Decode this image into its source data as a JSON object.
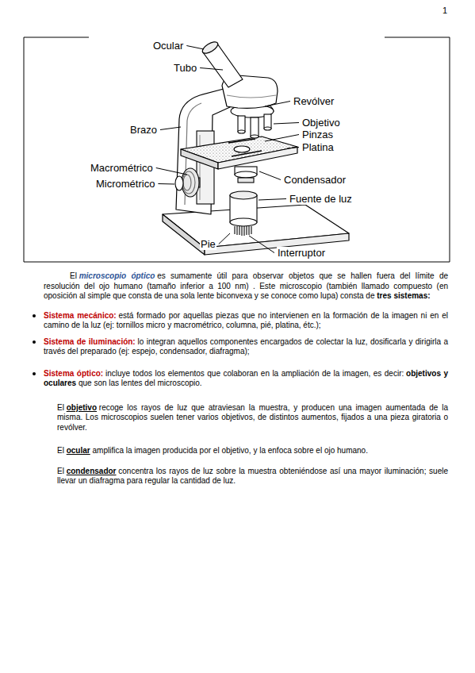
{
  "diagram": {
    "labels": [
      "1",
      "Ocular",
      "Tubo",
      "Revólver",
      "Objetivo",
      "Pinzas",
      "Platina",
      "Brazo",
      "Macrométrico",
      "Micrométrico",
      "Condensador",
      "Fuente de luz",
      "Pie",
      "Interruptor",
      "El",
      "microscopio óptico",
      "es sumamente útil para observar objetos que se hallen fuera del límite de resolución del ojo humano (tamaño inferior a 100 nm) . Este microscopio (también llamado compuesto (en oposición al simple que consta de una sola lente biconvexa y se conoce como lupa) consta de",
      "tres sistemas",
      ":",
      "Sistema mecánico:",
      "está formado por aquellas piezas que no intervienen en la formación de la imagen ni en el camino de la luz (ej: tornillos micro y macrométrico, columna, pié, platina, étc.);",
      "Sistema de iluminación:",
      "lo integran aquellos componentes encargados de colectar la luz, dosificarla y dirigirla a través del preparado (ej: espejo, condensador, diafragma);",
      "Sistema óptico:",
      "incluye todos los elementos que colaboran en la ampliación de la imagen, es decir:",
      "objetivos y oculares",
      "que son las lentes del microscopio.",
      "El",
      "objetivo",
      "recoge los rayos de luz que atraviesan la muestra, y producen una imagen aumentada de la misma. Los microscopios suelen tener varios objetivos, de distintos aumentos, fijados a una pieza giratoria o revólver.",
      "El",
      "ocular",
      "amplifica la imagen producida por el objetivo, y la enfoca sobre el ojo humano.",
      "El",
      "condensador",
      "concentra los rayos de luz sobre la muestra obteniéndose así una mayor iluminación; suele llevar un diafragma para regular la cantidad de luz."
    ]
  }
}
